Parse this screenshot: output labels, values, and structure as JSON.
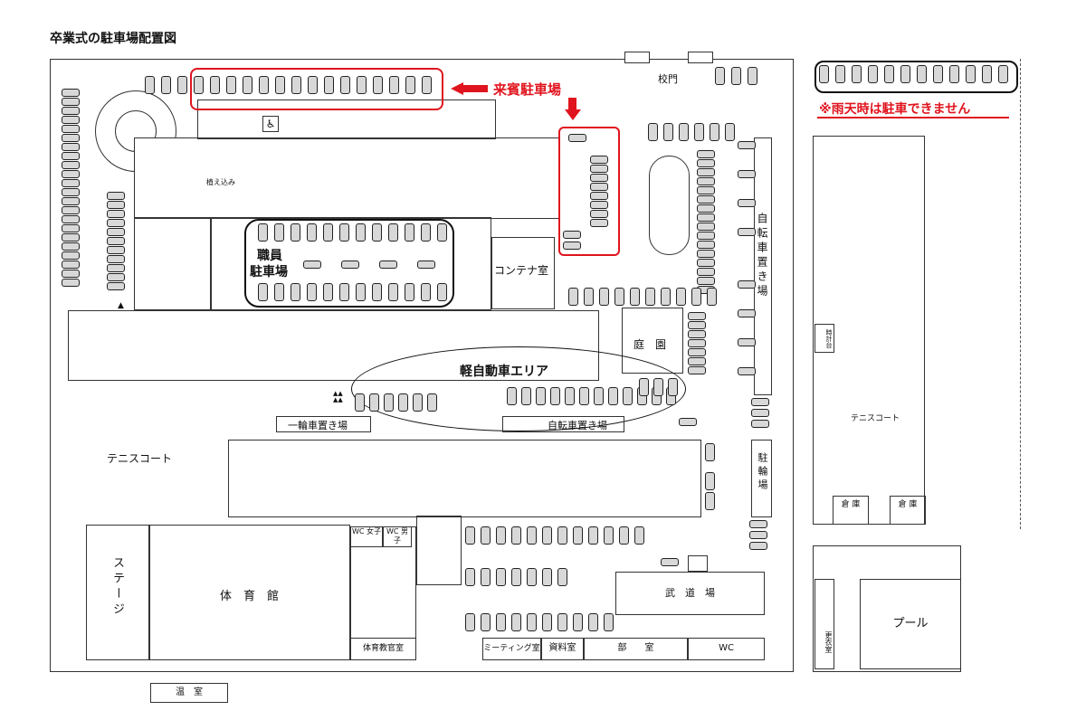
{
  "title": "卒業式の駐車場配置図",
  "labels": {
    "gate": "校門",
    "guest_parking": "来賓駐車場",
    "rain_notice": "※雨天時は駐車できません",
    "planting": "植え込み",
    "staff_parking_1": "職員",
    "staff_parking_2": "駐車場",
    "container_room": "コンテナ室",
    "kei_car_area": "軽自動車エリア",
    "garden": "庭　園",
    "bicycle_parking_vertical": "自転車置き場",
    "unicycle_parking": "一輪車置き場",
    "bicycle_parking": "自転車置き場",
    "tennis_court": "テニスコート",
    "bike_parking": "駐輪場",
    "stage": "ステージ",
    "gymnasium": "体　育　館",
    "wc_women": "WC 女子",
    "wc_men": "WC 男子",
    "pe_office": "体育教官室",
    "meeting_room": "ミーティング室",
    "archive_room": "資料室",
    "club_room": "部　　室",
    "wc": "WC",
    "dojo": "武　道　場",
    "greenhouse": "温　室",
    "clock_tower": "時計台",
    "tennis_court_east": "テニスコート",
    "storage_1": "倉 庫",
    "storage_2": "倉 庫",
    "changing_room": "更衣室",
    "pool": "プール"
  },
  "colors": {
    "highlight": "#e0141e",
    "line": "#333333"
  }
}
